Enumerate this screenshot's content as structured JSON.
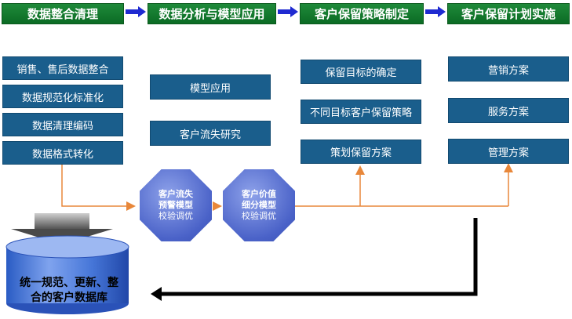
{
  "stages": [
    {
      "label": "数据整合清理"
    },
    {
      "label": "数据分析与模型应用"
    },
    {
      "label": "客户保留策略制定"
    },
    {
      "label": "客户保留计划实施"
    }
  ],
  "integration": [
    "销售、售后数据整合",
    "数据规范化标准化",
    "数据清理编码",
    "数据格式转化"
  ],
  "analysis": [
    "模型应用",
    "客户流失研究"
  ],
  "strategy": [
    "保留目标的确定",
    "不同目标客户保留策略",
    "策划保留方案"
  ],
  "implementation": [
    "营销方案",
    "服务方案",
    "管理方案"
  ],
  "models": [
    {
      "line1": "客户流失",
      "line2": "预警模型",
      "line3": "校验调优"
    },
    {
      "line1": "客户价值",
      "line2": "细分模型",
      "line3": "校验调优"
    }
  ],
  "database": {
    "line1": "统一规范、更新、整",
    "line2": "合的客户数据库"
  },
  "colors": {
    "header": "#0b6b24",
    "box": "#1a5e8c",
    "arrow": "#1f2ad1",
    "connector": "#e8873a",
    "octagon": "#4a62c8"
  }
}
